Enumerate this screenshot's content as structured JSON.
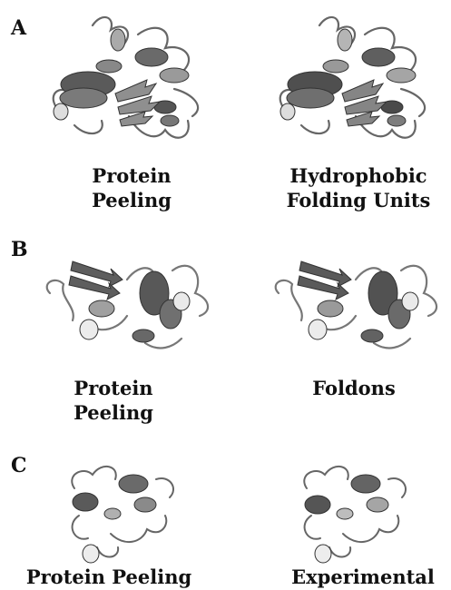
{
  "panels": [
    {
      "letter": "A",
      "left_caption": [
        "Protein",
        "Peeling"
      ],
      "right_caption": [
        "Hydrophobic",
        "Folding Units"
      ]
    },
    {
      "letter": "B",
      "left_caption": [
        "Protein",
        "Peeling"
      ],
      "right_caption": [
        "Foldons"
      ]
    },
    {
      "letter": "C",
      "left_caption": [
        "Protein Peeling"
      ],
      "right_caption": [
        "Experimental"
      ]
    }
  ],
  "colors": {
    "dark": "#4a4a4a",
    "mid": "#8a8a8a",
    "light": "#c8c8c8"
  }
}
